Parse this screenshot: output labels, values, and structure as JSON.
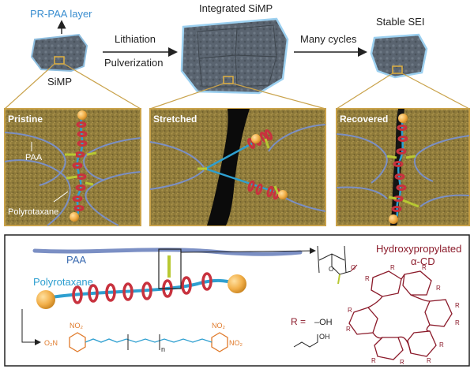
{
  "top_row": {
    "layer_label": "PR-PAA layer",
    "simp_label": "SiMP",
    "arrow1_top": "Lithiation",
    "arrow1_bottom": "Pulverization",
    "integrated_label": "Integrated SiMP",
    "arrow2_label": "Many cycles",
    "sei_label": "Stable SEI"
  },
  "panels": {
    "pristine": {
      "title": "Pristine",
      "paa_label": "PAA",
      "polyrotaxane_label": "Polyrotaxane"
    },
    "stretched": {
      "title": "Stretched"
    },
    "recovered": {
      "title": "Recovered"
    }
  },
  "bottom": {
    "paa_label": "PAA",
    "polyrotaxane_label": "Polyrotaxane",
    "hp_cd_line1": "Hydroxypropylated",
    "hp_cd_line2": "α-CD",
    "r_equals": "R =",
    "r_oh": "–OH",
    "r_second": "OH",
    "chain_n": "n",
    "dinitro_left": "NO₂",
    "dinitro_left2": "O₂N",
    "dinitro_right": "NO₂",
    "dinitro_right2": "NO₂",
    "ring_R": "R",
    "polymer_o": "O",
    "polymer_oh": "O"
  },
  "colors": {
    "paa": "#7b8fc4",
    "axle": "#2e9fd0",
    "ring": "#c8323e",
    "stopper": "#f2b04a",
    "linker": "#b8c832",
    "frame": "#c9a24a",
    "cd_dark": "#8b1a2a",
    "dinitro": "#e07a2a"
  }
}
